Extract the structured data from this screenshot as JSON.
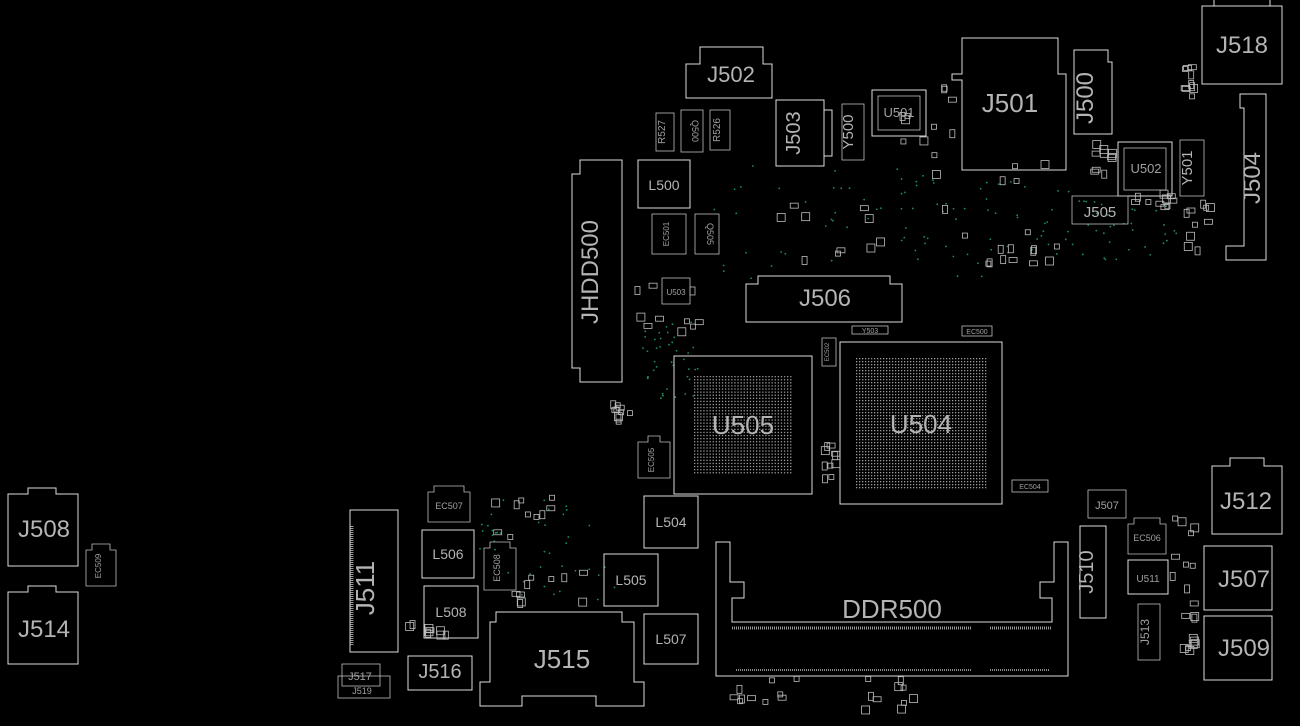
{
  "board": {
    "background": "#000000",
    "outline_color": "#dcdcdc",
    "label_color": "#b4b4b4",
    "via_color": "#1f8f5a"
  },
  "labels": {
    "J502": "J502",
    "J501": "J501",
    "J500": "J500",
    "J518": "J518",
    "J503": "J503",
    "Y500": "Y500",
    "U501": "U501",
    "U502": "U502",
    "Y501": "Y501",
    "J504": "J504",
    "J505": "J505",
    "R527": "R527",
    "Q500": "Q500",
    "R526": "R526",
    "L500": "L500",
    "EC501": "EC501",
    "Q505": "Q505",
    "U503": "U503",
    "JHDD500": "JHDD500",
    "J506": "J506",
    "U505": "U505",
    "U504": "U504",
    "EC505": "EC505",
    "L504": "L504",
    "J508": "J508",
    "EC509": "EC509",
    "J514": "J514",
    "J511": "J511",
    "EC507": "EC507",
    "L506": "L506",
    "EC508": "EC508",
    "L508": "L508",
    "L505": "L505",
    "J516": "J516",
    "J515": "J515",
    "L507": "L507",
    "J517": "J517",
    "J519": "J519",
    "DDR500": "DDR500",
    "J510": "J510",
    "J507_tag": "J507",
    "EC506": "EC506",
    "U511": "U511",
    "J513": "J513",
    "J512": "J512",
    "J507": "J507",
    "J509": "J509",
    "EC504": "EC504",
    "Y503": "Y503",
    "EC500": "EC500",
    "EC502": "EC502"
  }
}
